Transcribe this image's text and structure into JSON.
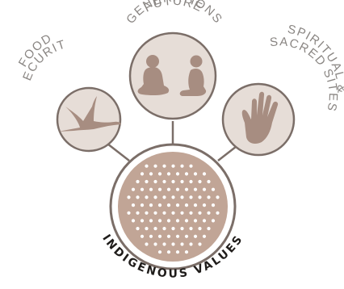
{
  "diagram": {
    "center": {
      "label": "INDIGENOUS VALUES",
      "icon": "dot-pattern-icon"
    },
    "branches": [
      {
        "id": "food",
        "label_lines": [
          "FOOD",
          "SECURITY"
        ],
        "icon": "crane-bird-icon"
      },
      {
        "id": "future",
        "label_lines": [
          "FUTURE",
          "GENERATIONS"
        ],
        "icon": "seated-children-icon"
      },
      {
        "id": "spiritual",
        "label_lines": [
          "SPIRITUAL &",
          "SACRED SITES"
        ],
        "icon": "hand-print-icon"
      }
    ],
    "colors": {
      "circle_fill": "#e6ddd7",
      "ring": "#7b6e68",
      "icon": "#a78d81",
      "center_fill": "#c1a596",
      "dots": "#ffffff",
      "label_text": "#8a8683",
      "center_text": "#1f1c1a"
    }
  }
}
